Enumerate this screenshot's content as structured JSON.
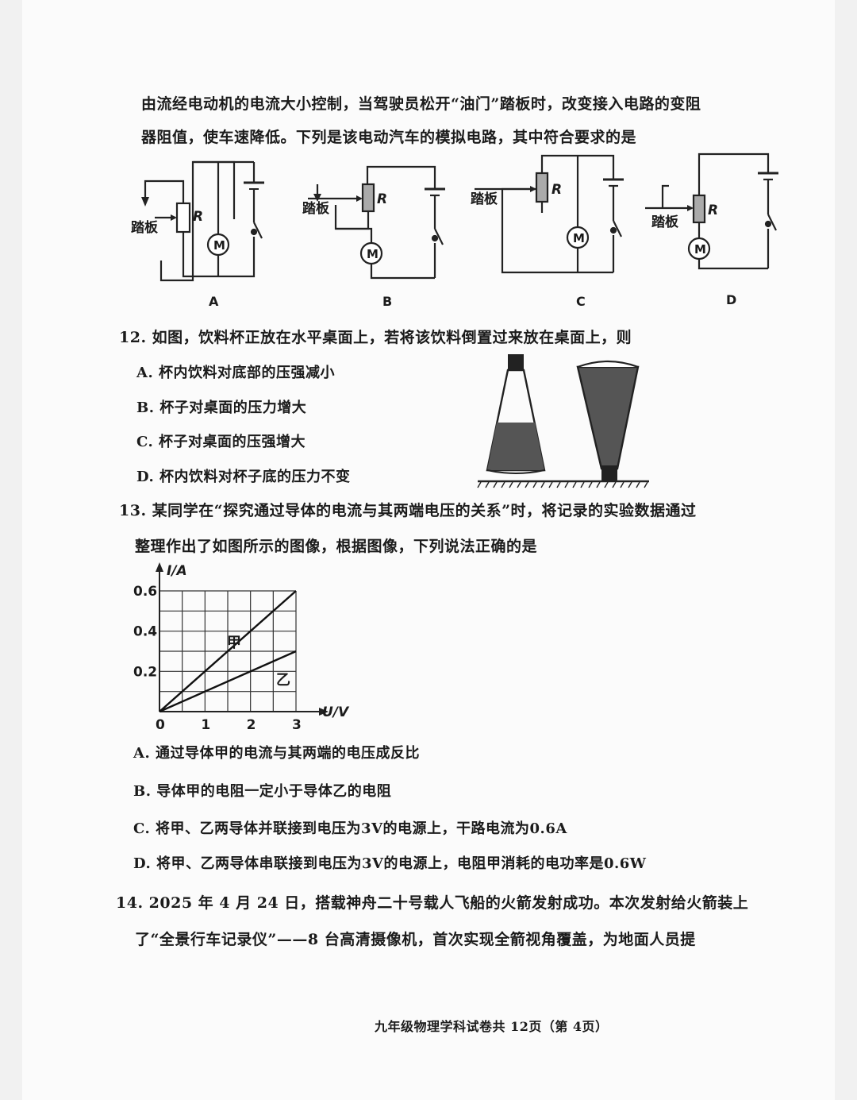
{
  "q11": {
    "line1": "由流经电动机的电流大小控制，当驾驶员松开“油门”踏板时，改变接入电路的变阻",
    "line2": "器阻值，使车速降低。下列是该电动汽车的模拟电路，其中符合要求的是",
    "pedal": "踏板",
    "resistor": "R",
    "motor": "M",
    "labels": [
      "A",
      "B",
      "C",
      "D"
    ]
  },
  "q12": {
    "stem": "12. 如图，饮料杯正放在水平桌面上，若将该饮料倒置过来放在桌面上，则",
    "options": [
      "A. 杯内饮料对底部的压强减小",
      "B. 杯子对桌面的压力增大",
      "C. 杯子对桌面的压强增大",
      "D. 杯内饮料对杯子底的压力不变"
    ]
  },
  "q13": {
    "line1": "13. 某同学在“探究通过导体的电流与其两端电压的关系”时，将记录的实验数据通过",
    "line2": "整理作出了如图所示的图像，根据图像，下列说法正确的是",
    "options": [
      "A. 通过导体甲的电流与其两端的电压成反比",
      "B. 导体甲的电阻一定小于导体乙的电阻",
      "C. 将甲、乙两导体并联接到电压为3V的电源上，干路电流为0.6A",
      "D. 将甲、乙两导体串联接到电压为3V的电源上，电阻甲消耗的电功率是0.6W"
    ]
  },
  "graph": {
    "ylabel": "I/A",
    "xlabel": "U/V",
    "origin": "0",
    "xticks": [
      "1",
      "2",
      "3"
    ],
    "yticks": [
      "0.2",
      "0.4",
      "0.6"
    ],
    "series_labels": [
      "甲",
      "乙"
    ]
  },
  "chart_data": {
    "type": "line",
    "xlabel": "U/V",
    "ylabel": "I/A",
    "xlim": [
      0,
      3
    ],
    "ylim": [
      0,
      0.6
    ],
    "grid": true,
    "series": [
      {
        "name": "甲",
        "x": [
          0,
          3
        ],
        "y": [
          0,
          0.6
        ]
      },
      {
        "name": "乙",
        "x": [
          0,
          3
        ],
        "y": [
          0,
          0.3
        ]
      }
    ]
  },
  "q14": {
    "line1": "14. 2025 年 4 月 24 日，搭载神舟二十号载人飞船的火箭发射成功。本次发射给火箭装上",
    "line2": "了“全景行车记录仪”——8 台高清摄像机，首次实现全箭视角覆盖，为地面人员提"
  },
  "footer": "九年级物理学科试卷共 12页（第 4页）"
}
